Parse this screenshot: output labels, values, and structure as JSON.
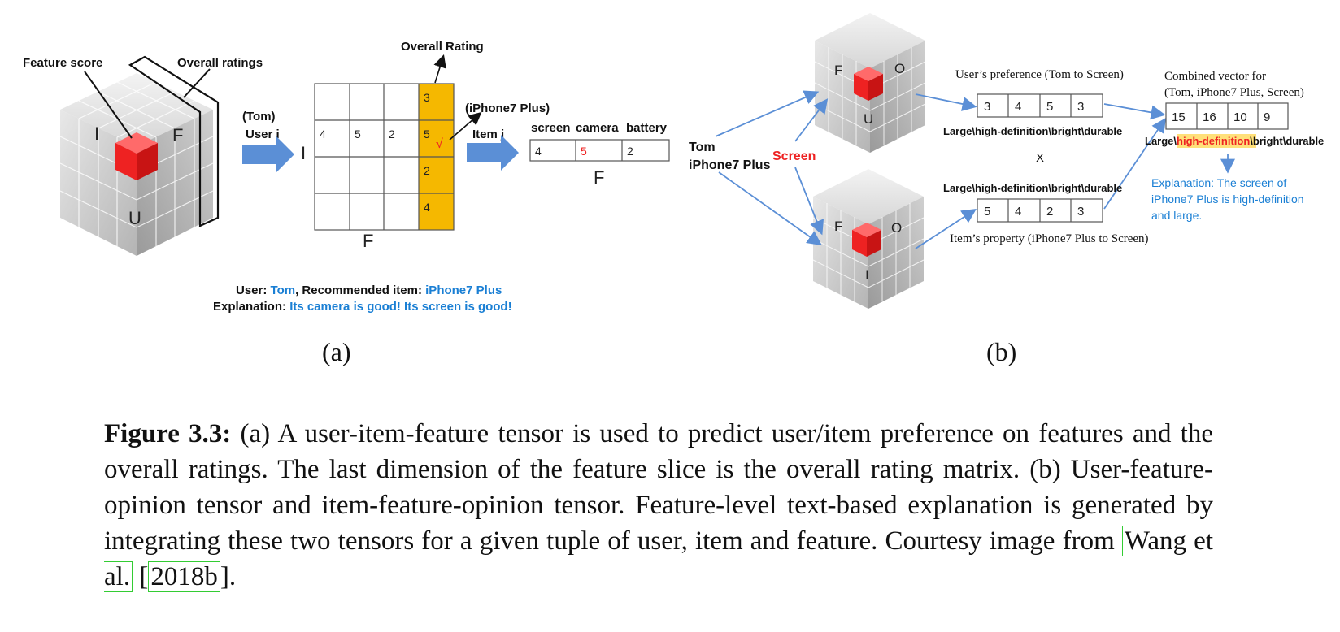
{
  "panel_a": {
    "cube_label_feature_score": "Feature score",
    "cube_label_overall_ratings": "Overall ratings",
    "cube_axis_i": "I",
    "cube_axis_f": "F",
    "cube_axis_u": "U",
    "user_name": "(Tom)",
    "user_label": "User i",
    "matrix_row_label": "I",
    "matrix_col_label": "F",
    "overall_rating_label": "Overall Rating",
    "matrix_row": [
      "4",
      "5",
      "2"
    ],
    "overall_column": [
      "3",
      "5",
      "2",
      "4"
    ],
    "check_mark": "√",
    "item_name": "(iPhone7 Plus)",
    "item_label": "Item j",
    "vector_headers": [
      "screen",
      "camera",
      "battery"
    ],
    "vector_values": [
      "4",
      "5",
      "2"
    ],
    "vector_label": "F",
    "result_user_prefix": "User: ",
    "result_user": "Tom",
    "result_item_prefix": ", Recommended item: ",
    "result_item": "iPhone7 Plus",
    "result_expl_prefix": "Explanation: ",
    "result_expl": "Its camera is good! Its screen is good!",
    "sublabel": "(a)"
  },
  "panel_b": {
    "tom": "Tom",
    "iphone": "iPhone7 Plus",
    "screen": "Screen",
    "top_cube_f": "F",
    "top_cube_o": "O",
    "top_cube_u": "U",
    "bottom_cube_f": "F",
    "bottom_cube_o": "O",
    "bottom_cube_i": "I",
    "user_pref_title": "User’s preference (Tom to Screen)",
    "user_pref_values": [
      "3",
      "4",
      "5",
      "3"
    ],
    "opinions_top": "Large\\high-definition\\bright\\durable",
    "times": "X",
    "opinions_mid": "Large\\high-definition\\bright\\durable",
    "item_prop_values": [
      "5",
      "4",
      "2",
      "3"
    ],
    "item_prop_title": "Item’s property (iPhone7 Plus to Screen)",
    "combined_title_1": "Combined vector for",
    "combined_title_2": "(Tom, iPhone7 Plus, Screen)",
    "combined_values": [
      "15",
      "16",
      "10",
      "9"
    ],
    "combined_op_pre": "Large\\",
    "combined_op_highlight": "high-definition",
    "combined_op_post": "\\bright\\durable",
    "expl_line1": "Explanation: The screen of",
    "expl_line2": "iPhone7 Plus is high-definition",
    "expl_line3": "and large.",
    "sublabel": "(b)"
  },
  "caption": {
    "lead": "Figure 3.3:",
    "text": " (a) A user-item-feature tensor is used to predict user/item preference on features and the overall ratings. The last dimension of the feature slice is the overall rating matrix. (b) User-feature-opinion tensor and item-feature-opinion tensor. Feature-level text-based explanation is generated by integrating these two tensors for a given tuple of user, item and feature. Courtesy image from ",
    "cite_author": "Wang et al.",
    "cite_year": "2018b",
    "end": "."
  },
  "colors": {
    "accent_red": "#ee2222",
    "accent_blue": "#1a7fd4",
    "arrow_blue": "#5b8fd6",
    "rating_orange": "#f5b800",
    "highlight_yellow": "#ffe07a",
    "cite_green": "#33cc33"
  }
}
